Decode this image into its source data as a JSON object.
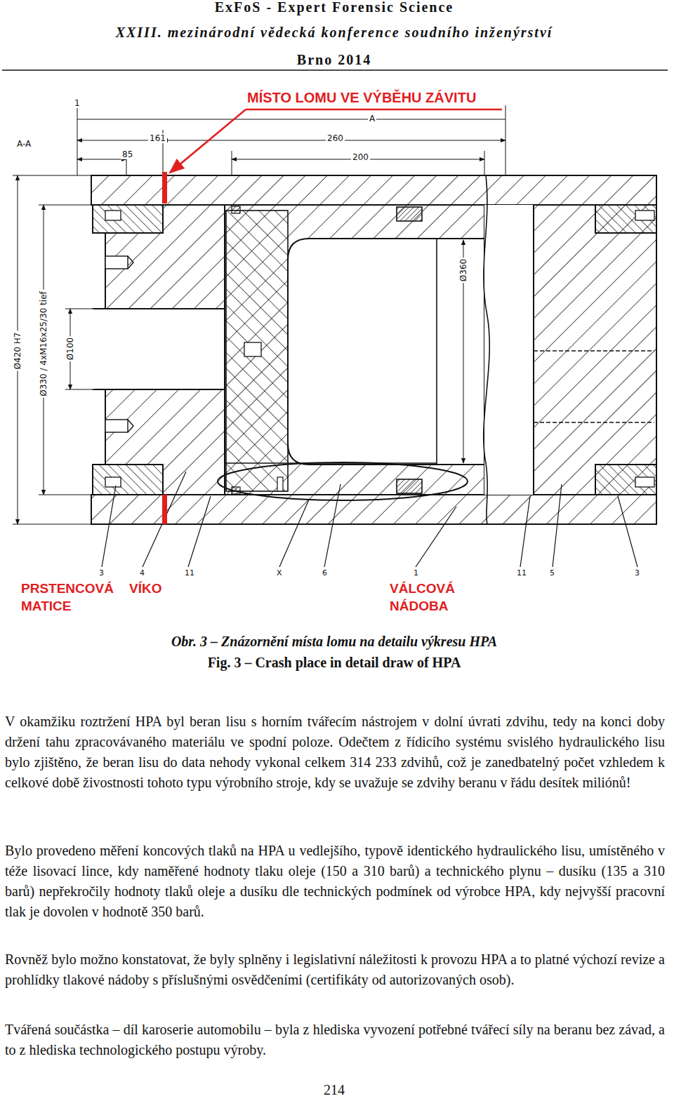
{
  "diagram": {
    "caption": "Obr. 3 – Znázornění místa lomu na detailu výkresu HPA",
    "labels": [
      "ExFoS - Expert Forensic Science",
      "XXIII. mezinárodní vědecká konference soudního inženýrství",
      "Brno 2014",
      "MÍSTO LOMU VE VÝBĚHU ZÁVITU",
      "A-A",
      "1",
      "A",
      "161",
      "260",
      "85",
      "200",
      "Ø420 H7",
      "Ø330 / 4xM16x25/30 tief",
      "Ø100",
      "Ø360",
      "3",
      "4",
      "11",
      "X",
      "6",
      "1",
      "11",
      "5",
      "3",
      "PRSTENCOVÁ MATICE",
      "VÍKO",
      "VÁLCOVÁ NÁDOBA",
      "Fig. 3 – Crash place in detail draw of HPA",
      "V okamžiku roztržení HPA byl beran lisu s horním tvářecím nástrojem v dolní úvrati zdvihu, tedy na konci doby držení tahu zpracovávaného materiálu ve spodní poloze. Odečtem z řídicího systému svislého hydraulického lisu bylo zjištěno, že beran lisu do data nehody vykonal celkem 314 233 zdvihů, což je zanedbatelný počet vzhledem k celkové době živostnosti tohoto typu výrobního stroje, kdy se uvažuje se zdvihy beranu v řádu desítek miliónů!",
      "Bylo provedeno měření koncových tlaků na HPA u vedlejšího, typově identického hydraulického lisu, umístěného v téže lisovací lince, kdy naměřené hodnoty tlaku oleje (150 a 310 barů) a technického plynu – dusíku (135 a 310 barů) nepřekročily hodnoty tlaků oleje a dusíku dle technických podmínek od výrobce HPA, kdy nejvyšší pracovní tlak je dovolen v hodnotě 350 barů.",
      "Rovněž bylo možno konstatovat, že byly splněny i legislativní náležitosti k provozu HPA a to platné výchozí revize a prohlídky tlakové nádoby s příslušnými osvědčeními (certifikáty od autorizovaných osob).",
      "Tvářená součástka – díl karoserie automobilu – byla z hlediska vyvození potřebné tvářecí síly na beranu bez závad, a to z hlediska technologického postupu výroby.",
      "214"
    ]
  }
}
